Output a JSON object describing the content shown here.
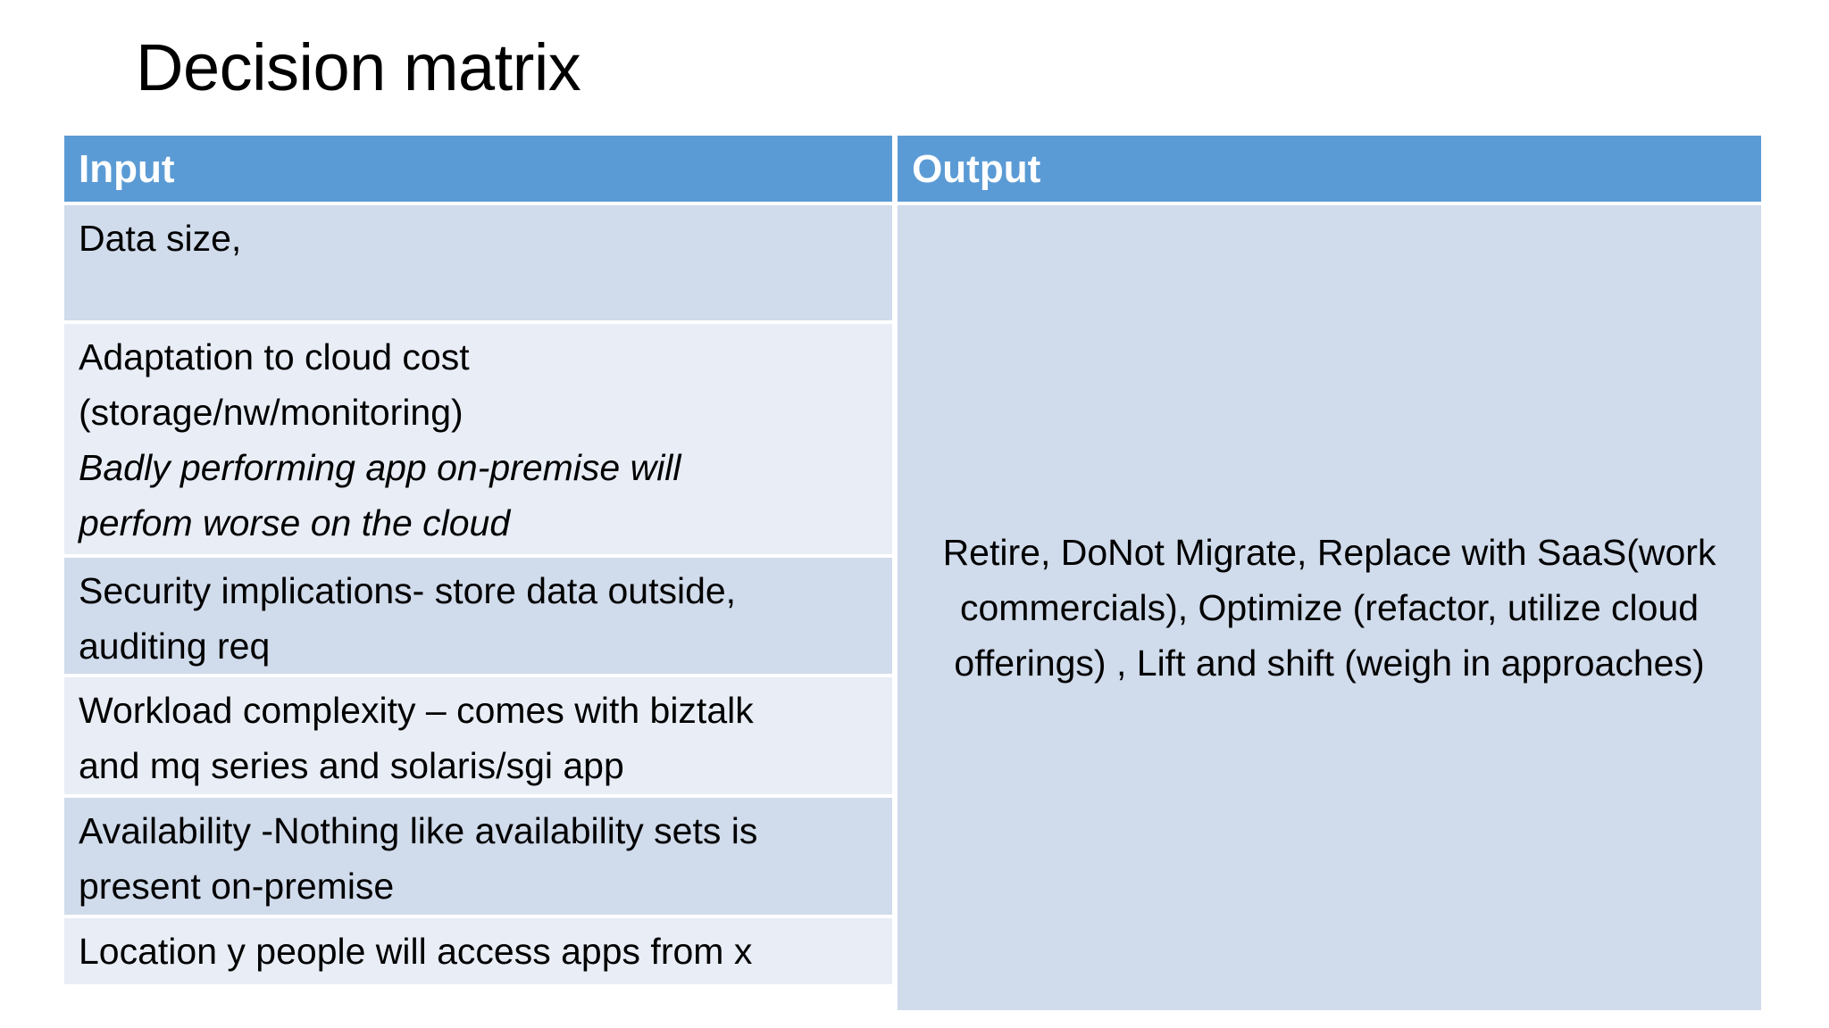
{
  "slide": {
    "title": "Decision matrix"
  },
  "colors": {
    "header_blue": "#5b9bd5",
    "band_dark": "#d0dbeb",
    "band_light": "#e8edf6",
    "text": "#000000",
    "header_text": "#ffffff",
    "background": "#ffffff"
  },
  "table": {
    "headers": {
      "input": "Input",
      "output": "Output"
    },
    "input_rows": [
      {
        "lines": [
          {
            "text": "Data size,",
            "style": "normal"
          }
        ]
      },
      {
        "lines": [
          {
            "text": "Adaptation to cloud cost",
            "style": "normal"
          },
          {
            "text": "(storage/nw/monitoring)",
            "style": "normal"
          },
          {
            "text": "Badly performing app on-premise will",
            "style": "italic"
          },
          {
            "text": "perfom worse on the cloud",
            "style": "italic"
          }
        ]
      },
      {
        "lines": [
          {
            "text": "Security implications- store data outside,",
            "style": "normal"
          },
          {
            "text": "auditing req",
            "style": "normal"
          }
        ]
      },
      {
        "lines": [
          {
            "text": "Workload complexity – comes with biztalk",
            "style": "normal"
          },
          {
            "text": "and mq series and solaris/sgi app",
            "style": "normal"
          }
        ]
      },
      {
        "lines": [
          {
            "text": "Availability -Nothing like availability sets is",
            "style": "normal"
          },
          {
            "text": "present on-premise",
            "style": "normal"
          }
        ]
      },
      {
        "lines": [
          {
            "text": "Location y people will access apps from x",
            "style": "normal"
          }
        ]
      }
    ],
    "output_cell": {
      "text": "Retire, DoNot Migrate, Replace with SaaS(work commercials), Optimize (refactor, utilize cloud offerings) , Lift and shift (weigh in approaches)"
    }
  }
}
